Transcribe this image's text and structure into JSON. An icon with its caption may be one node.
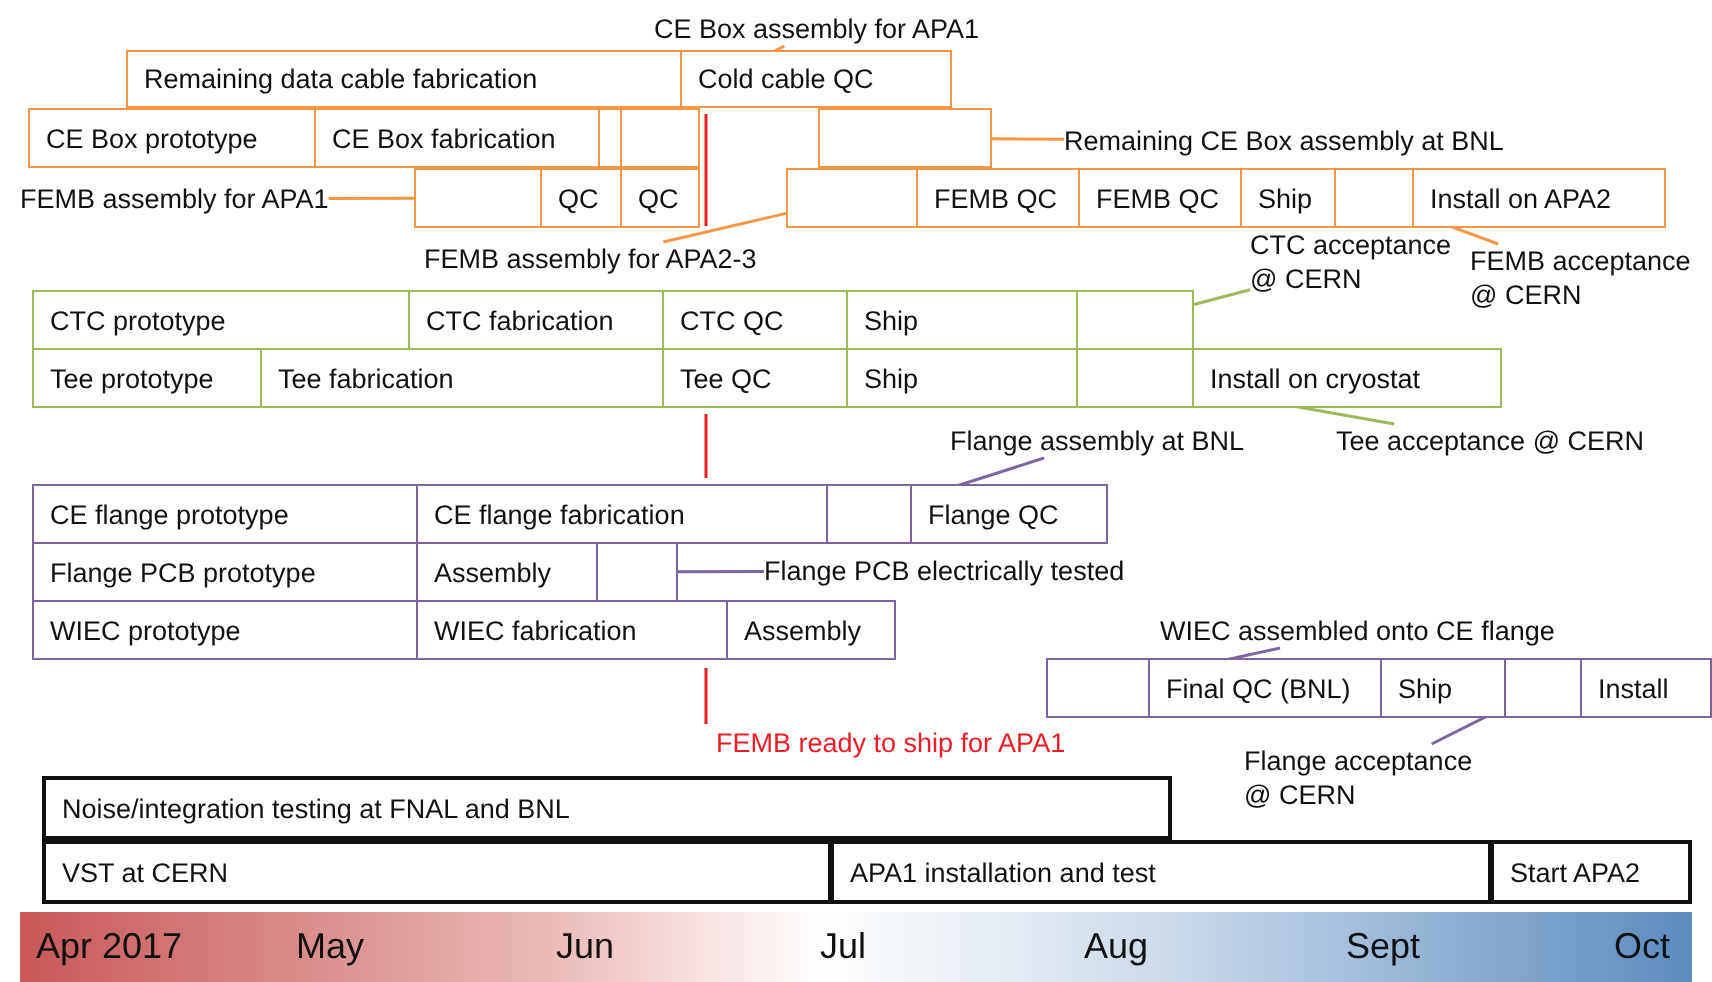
{
  "diagram": {
    "nodes": [
      {
        "text": [
          "CE Box assembly for APA1"
        ]
      },
      {
        "text": [
          "Remaining data cable fabrication"
        ]
      },
      {
        "text": [
          "Cold cable QC"
        ]
      },
      {
        "text": [
          "CE Box prototype"
        ]
      },
      {
        "text": [
          "CE Box fabrication"
        ]
      },
      {
        "text": [],
        "shape": "box"
      },
      {
        "text": [],
        "shape": "box"
      },
      {
        "text": [
          "Remaining CE Box assembly at BNL"
        ]
      },
      {
        "text": [],
        "shape": "box"
      },
      {
        "text": [
          "FEMB assembly for APA1"
        ]
      },
      {
        "text": [],
        "shape": "box"
      },
      {
        "text": [
          "QC"
        ]
      },
      {
        "text": [
          "QC"
        ]
      },
      {
        "text": [],
        "shape": "box"
      },
      {
        "text": [
          "FEMB QC"
        ]
      },
      {
        "text": [
          "FEMB QC"
        ]
      },
      {
        "text": [
          "Ship"
        ]
      },
      {
        "text": [],
        "shape": "box"
      },
      {
        "text": [
          "Install on APA2"
        ]
      },
      {
        "text": [
          "FEMB assembly for APA2-3"
        ]
      },
      {
        "text": [
          "CTC acceptance @ CERN"
        ]
      },
      {
        "text": [
          "FEMB acceptance @ CERN"
        ]
      },
      {
        "text": [
          "CTC prototype"
        ]
      },
      {
        "text": [
          "CTC fabrication"
        ]
      },
      {
        "text": [
          "CTC QC"
        ]
      },
      {
        "text": [
          "Ship"
        ]
      },
      {
        "text": [],
        "shape": "box"
      },
      {
        "text": [
          "Tee prototype"
        ]
      },
      {
        "text": [
          "Tee fabrication"
        ]
      },
      {
        "text": [
          "Tee QC"
        ]
      },
      {
        "text": [
          "Ship"
        ]
      },
      {
        "text": [],
        "shape": "box"
      },
      {
        "text": [
          "Install on cryostat"
        ]
      },
      {
        "text": [
          "Tee acceptance @ CERN"
        ]
      },
      {
        "text": [
          "Flange assembly at BNL"
        ]
      },
      {
        "text": [
          "CE flange prototype"
        ]
      },
      {
        "text": [
          "CE flange fabrication"
        ]
      },
      {
        "text": [],
        "shape": "box"
      },
      {
        "text": [
          "Flange QC"
        ]
      },
      {
        "text": [
          "Flange PCB prototype"
        ]
      },
      {
        "text": [
          "Assembly"
        ]
      },
      {
        "text": [],
        "shape": "box"
      },
      {
        "text": [
          "Flange PCB electrically tested"
        ]
      },
      {
        "text": [
          "WIEC prototype"
        ]
      },
      {
        "text": [
          "WIEC fabrication"
        ]
      },
      {
        "text": [
          "Assembly"
        ]
      },
      {
        "text": [
          "WIEC assembled onto CE flange"
        ]
      },
      {
        "text": [],
        "shape": "box"
      },
      {
        "text": [
          "Final QC (BNL)"
        ]
      },
      {
        "text": [
          "Ship"
        ]
      },
      {
        "text": [],
        "shape": "box"
      },
      {
        "text": [
          "Install"
        ]
      },
      {
        "text": [
          "Flange acceptance @ CERN"
        ]
      },
      {
        "text": [
          "Noise/integration testing at FNAL and BNL"
        ]
      },
      {
        "text": [
          "VST at CERN"
        ]
      },
      {
        "text": [
          "APA1 installation and test"
        ]
      },
      {
        "text": [
          "Start APA2"
        ]
      }
    ],
    "edges": [
      {
        "from": 0,
        "to": 5,
        "arrow": "none"
      },
      {
        "from": 7,
        "to": 8,
        "arrow": "none"
      },
      {
        "from": 9,
        "to": 10,
        "arrow": "none"
      },
      {
        "from": 19,
        "to": 13,
        "arrow": "none"
      },
      {
        "from": 20,
        "to": 26,
        "arrow": "none",
        "color": "#9bbb59"
      },
      {
        "from": 21,
        "to": 17,
        "arrow": "none"
      },
      {
        "from": 33,
        "to": 31,
        "arrow": "none",
        "color": "#9bbb59"
      },
      {
        "from": 34,
        "to": 37,
        "arrow": "none",
        "color": "#8064a2"
      },
      {
        "from": 42,
        "to": 41,
        "arrow": "none",
        "color": "#8064a2"
      },
      {
        "from": 46,
        "to": 47,
        "arrow": "none",
        "color": "#8064a2"
      },
      {
        "from": 52,
        "to": 50,
        "arrow": "none",
        "color": "#8064a2"
      }
    ],
    "labels": [
      "FEMB ready to ship for APA1",
      "Apr 2017",
      "May",
      "Jun",
      "Jul",
      "Aug",
      "Sept",
      "Oct"
    ]
  }
}
